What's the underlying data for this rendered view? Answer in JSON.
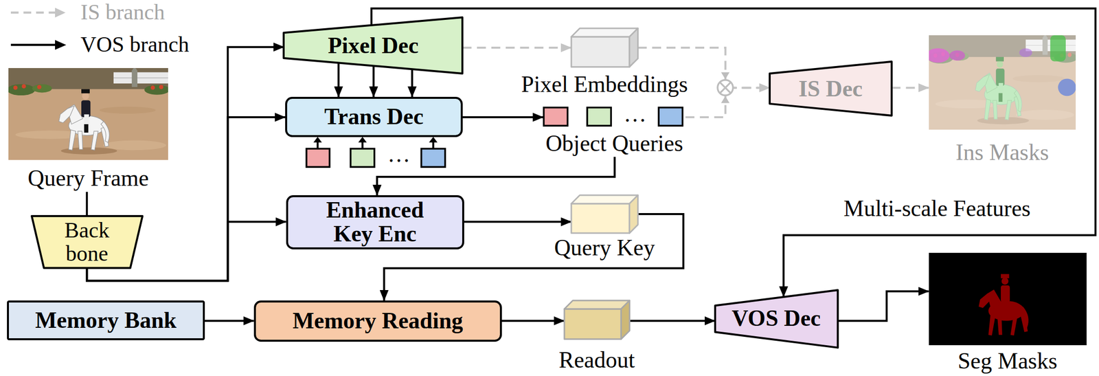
{
  "diagram": {
    "nodes": [
      {
        "text": [
          "Pixel Dec"
        ]
      },
      {
        "text": [
          "Pixel Embeddings"
        ]
      },
      {
        "text": [
          "IS Dec"
        ]
      },
      {
        "text": [
          "Ins Masks"
        ]
      },
      {
        "text": [
          "Query Frame"
        ]
      },
      {
        "text": [
          "Trans Dec"
        ]
      },
      {
        "text": [
          "Object Queries"
        ]
      },
      {
        "text": [
          "Back bone"
        ]
      },
      {
        "text": [
          "Enhanced Key Enc"
        ]
      },
      {
        "text": [
          "Query Key"
        ]
      },
      {
        "text": [
          "Memory Bank"
        ]
      },
      {
        "text": [
          "Memory Reading"
        ]
      },
      {
        "text": [
          "Readout"
        ]
      },
      {
        "text": [
          "VOS Dec"
        ]
      },
      {
        "text": [
          "Seg Masks"
        ]
      }
    ],
    "edges": [
      {
        "from": 0,
        "to": 1,
        "arrow": "to"
      },
      {
        "from": 1,
        "to": 2,
        "arrow": "to"
      },
      {
        "from": 6,
        "to": 2,
        "arrow": "to"
      },
      {
        "from": 2,
        "to": 3,
        "arrow": "to"
      },
      {
        "from": 4,
        "to": 7,
        "arrow": "none"
      },
      {
        "from": 7,
        "to": 0,
        "arrow": "to"
      },
      {
        "from": 7,
        "to": 5,
        "arrow": "to"
      },
      {
        "from": 7,
        "to": 8,
        "arrow": "to"
      },
      {
        "from": 0,
        "to": 5,
        "arrow": "to"
      },
      {
        "from": 0,
        "to": 5,
        "arrow": "to"
      },
      {
        "from": 0,
        "to": 5,
        "arrow": "to"
      },
      {
        "from": 5,
        "to": 6,
        "arrow": "to"
      },
      {
        "from": 6,
        "to": 8,
        "arrow": "to"
      },
      {
        "from": 8,
        "to": 9,
        "arrow": "to"
      },
      {
        "from": 9,
        "to": 11,
        "arrow": "to"
      },
      {
        "from": 10,
        "to": 11,
        "arrow": "to"
      },
      {
        "from": 11,
        "to": 12,
        "arrow": "to"
      },
      {
        "from": 12,
        "to": 13,
        "arrow": "to"
      },
      {
        "from": 0,
        "to": 13,
        "arrow": "to",
        "label": "Multi-scale Features"
      },
      {
        "from": 13,
        "to": 14,
        "arrow": "to"
      }
    ],
    "labels": [
      "…",
      "…"
    ],
    "legend": [
      {
        "text": "IS branch"
      },
      {
        "text": "VOS branch"
      }
    ]
  }
}
